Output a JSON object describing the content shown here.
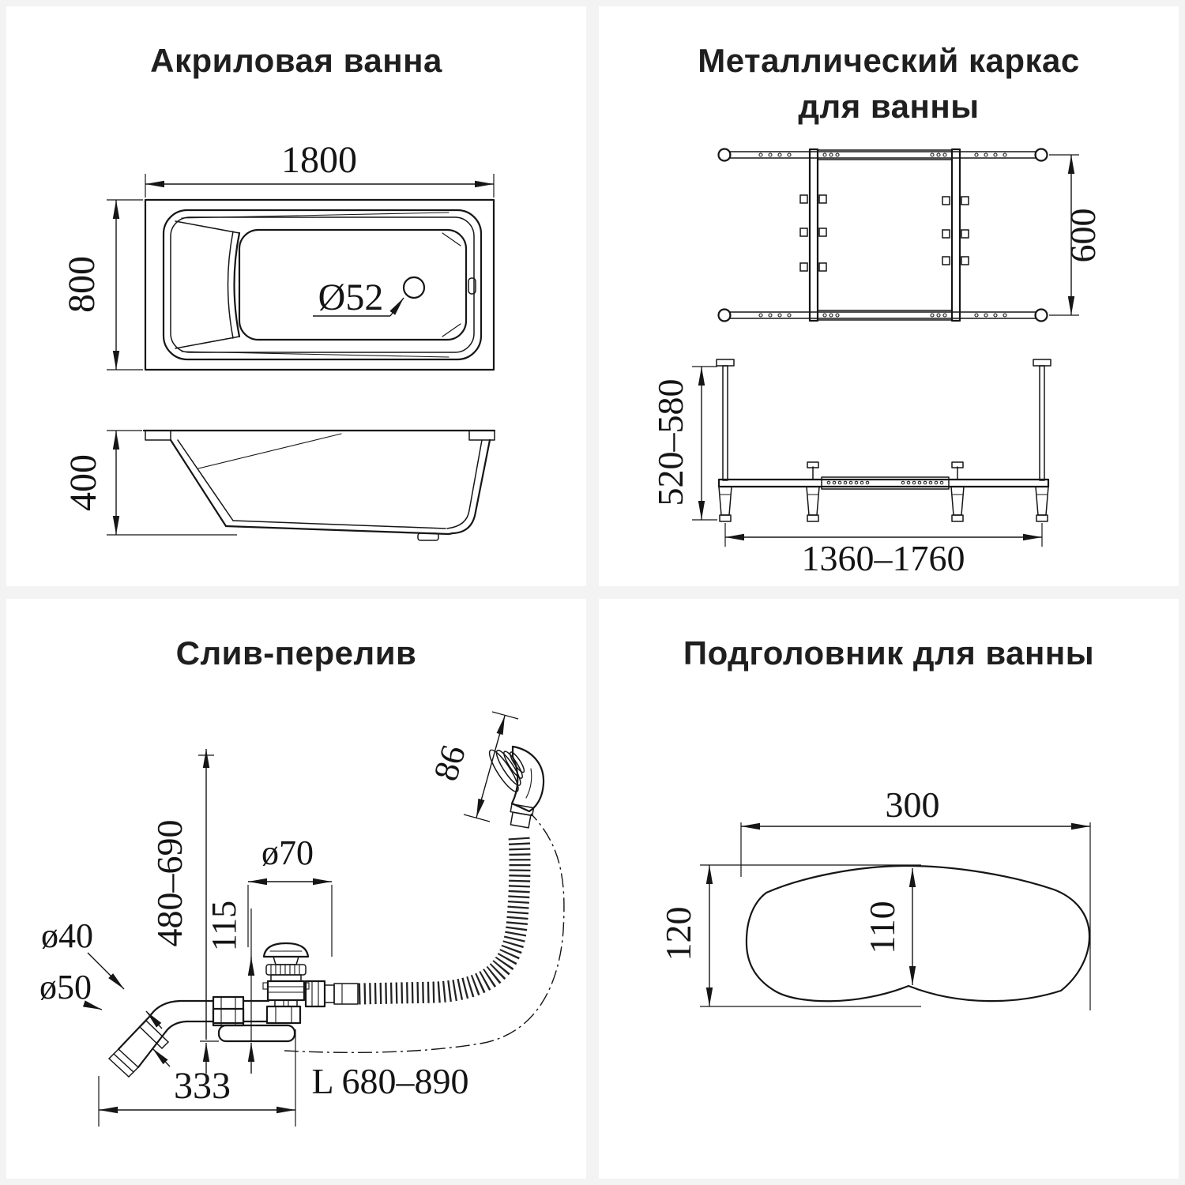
{
  "colors": {
    "background": "#f3f3f3",
    "panel": "#ffffff",
    "line": "#161616",
    "title_text": "#1f1f1f"
  },
  "panels": {
    "bathtub": {
      "title": "Акриловая ванна",
      "dim_length": "1800",
      "dim_width": "800",
      "dim_drain": "Ø52",
      "dim_height": "400"
    },
    "frame": {
      "title_line1": "Металлический каркас",
      "title_line2": "для ванны",
      "dim_width": "600",
      "dim_height": "520–580",
      "dim_length": "1360–1760"
    },
    "drain": {
      "title": "Слив-перелив",
      "dim_overflow_cap": "86",
      "dim_height": "480–690",
      "dim_cap": "ø70",
      "dim_body_height": "115",
      "dim_pipe_40": "ø40",
      "dim_pipe_50": "ø50",
      "dim_offset": "333",
      "dim_hose_length": "L 680–890"
    },
    "headrest": {
      "title": "Подголовник для ванны",
      "dim_width": "300",
      "dim_height": "120",
      "dim_inner_height": "110"
    }
  }
}
